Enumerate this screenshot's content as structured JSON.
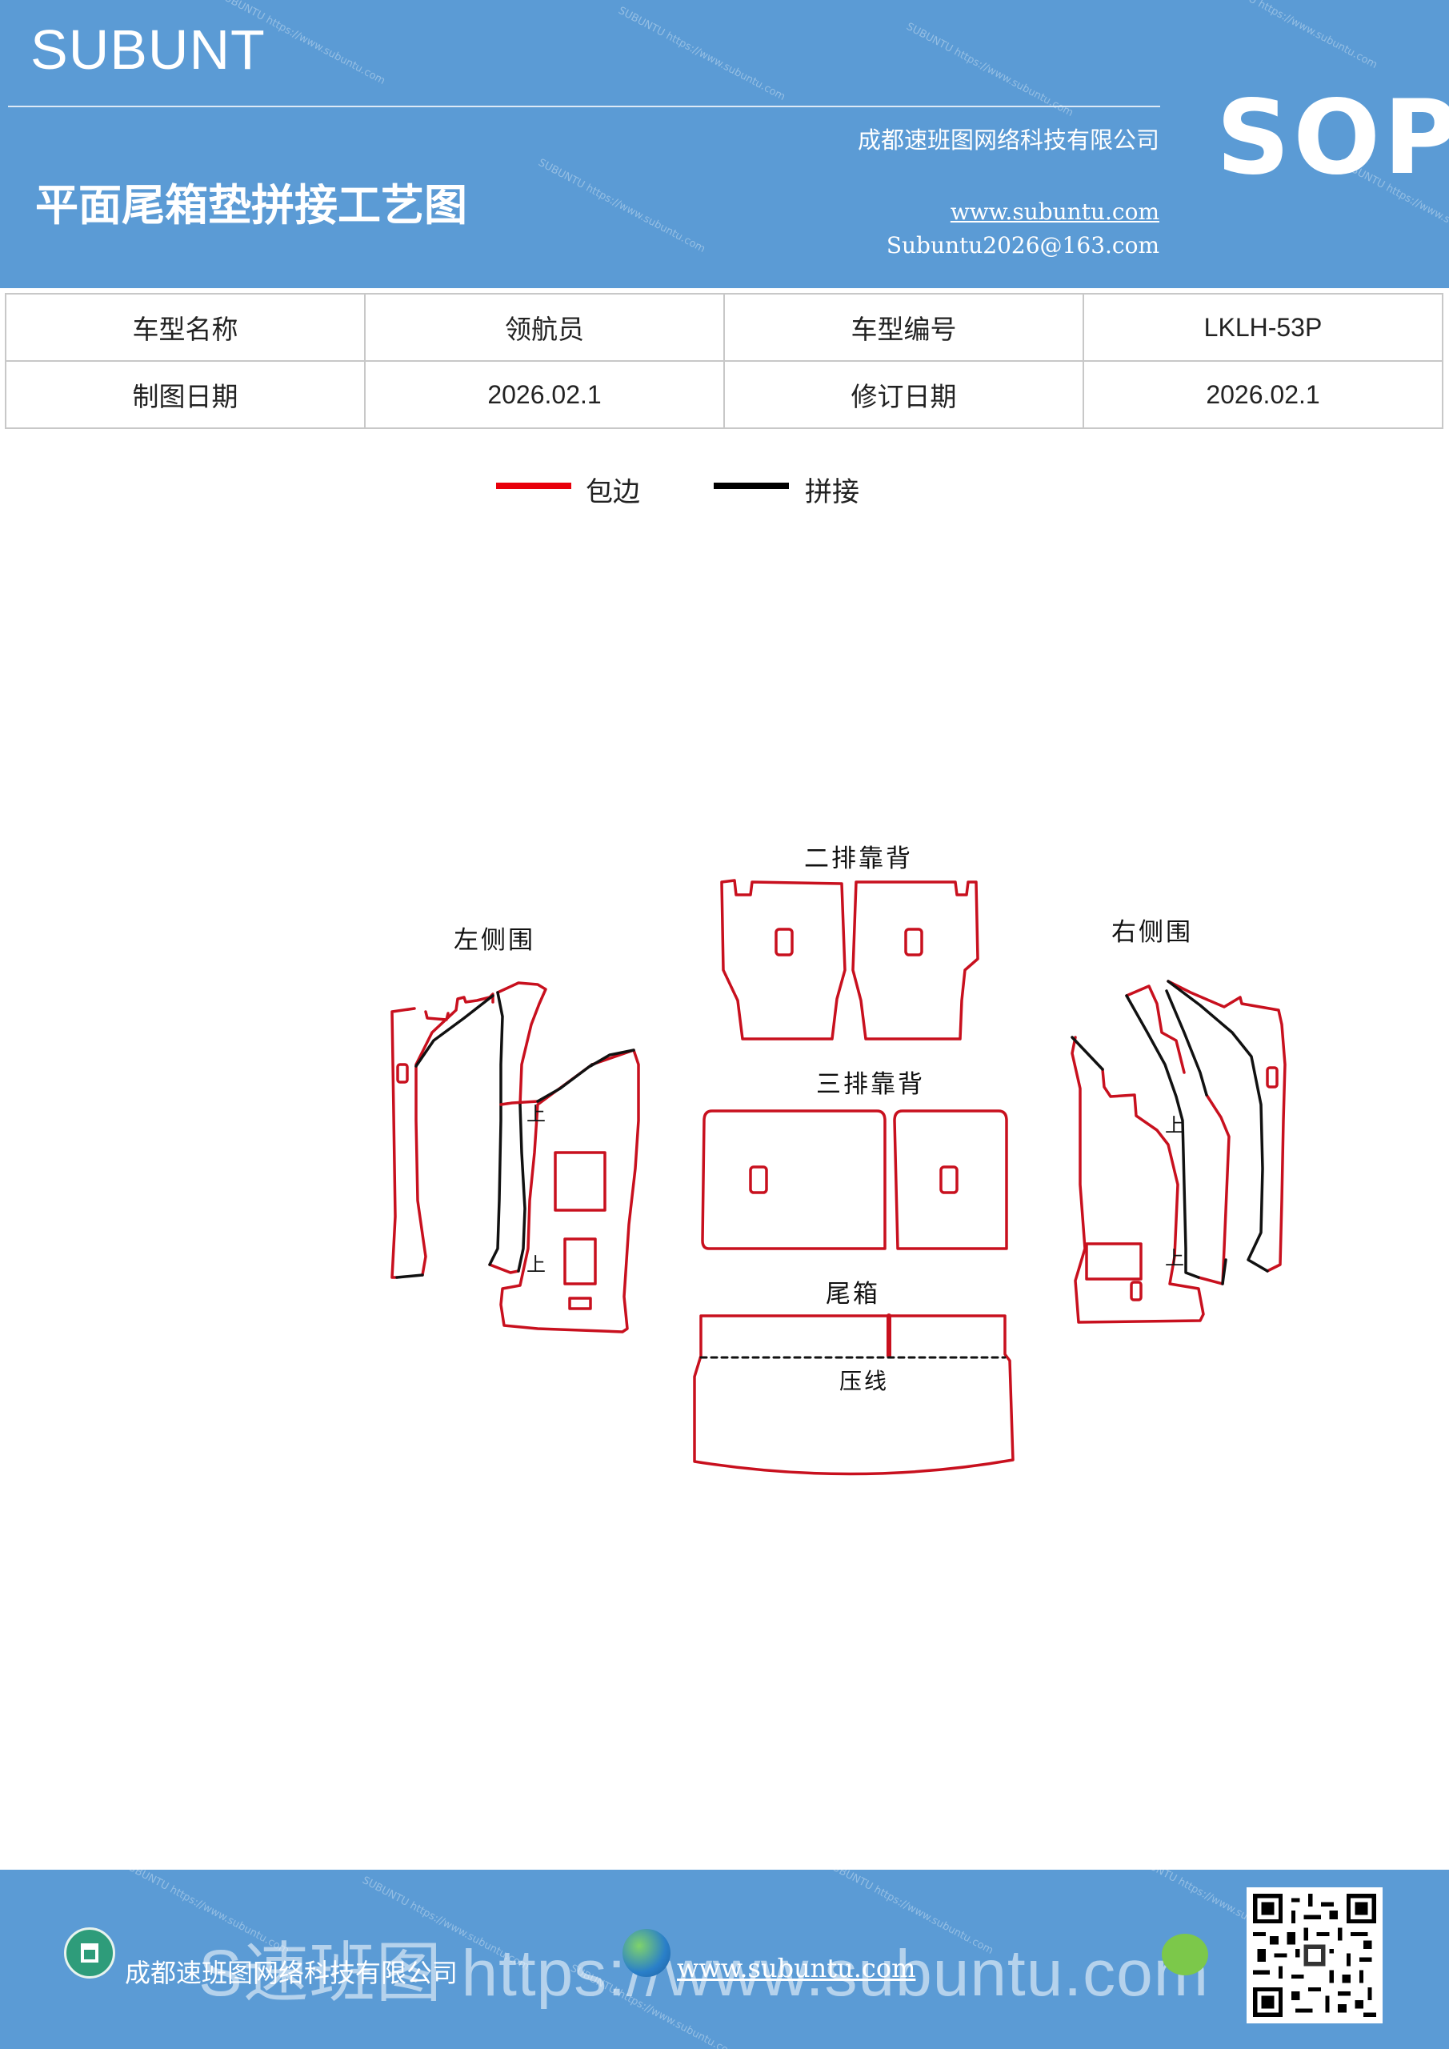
{
  "header": {
    "brand": "SUBUNT",
    "title": "平面尾箱垫拼接工艺图",
    "company": "成都速班图网络科技有限公司",
    "website": "www.subuntu.com",
    "email": "Subuntu2026@163.com",
    "badge": "SOP"
  },
  "info": {
    "rows": [
      [
        {
          "label": "车型名称"
        },
        {
          "value": "领航员"
        },
        {
          "label": "车型编号"
        },
        {
          "value": "LKLH-53P"
        }
      ],
      [
        {
          "label": "制图日期"
        },
        {
          "value": "2026.02.1"
        },
        {
          "label": "修订日期"
        },
        {
          "value": "2026.02.1"
        }
      ]
    ]
  },
  "legend": {
    "items": [
      {
        "label": "包边",
        "color": "#e8000b"
      },
      {
        "label": "拼接",
        "color": "#000000"
      }
    ]
  },
  "diagram": {
    "edge_color": "#c8101e",
    "seam_color": "#111111",
    "labels": {
      "second_row": "二排靠背",
      "third_row": "三排靠背",
      "left_side": "左侧围",
      "right_side": "右侧围",
      "trunk": "尾箱",
      "crease": "压线",
      "up": "上"
    }
  },
  "footer": {
    "company": "成都速班图网络科技有限公司",
    "website": "www.subuntu.com",
    "banner": "S速班图 https://www.subuntu.com"
  }
}
